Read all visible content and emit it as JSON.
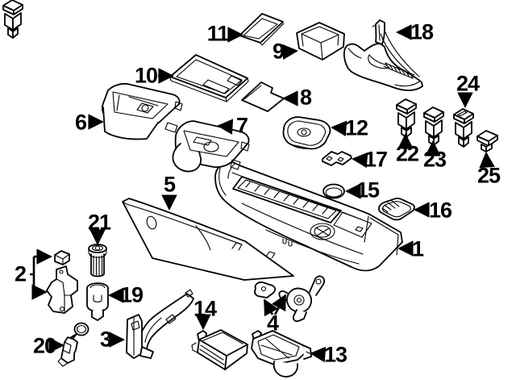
{
  "diagram": {
    "background_color": "#ffffff",
    "line_color": "#000000",
    "description_type": "exploded-parts-diagram",
    "callouts": {
      "c1": "1",
      "c2": "2",
      "c3": "3",
      "c4": "4",
      "c5": "5",
      "c6": "6",
      "c7": "7",
      "c8": "8",
      "c9": "9",
      "c10": "10",
      "c11": "11",
      "c12": "12",
      "c13": "13",
      "c14": "14",
      "c15": "15",
      "c16": "16",
      "c17": "17",
      "c18": "18",
      "c19": "19",
      "c20": "20",
      "c21": "21",
      "c22": "22",
      "c23": "23",
      "c24": "24",
      "c25": "25"
    }
  }
}
